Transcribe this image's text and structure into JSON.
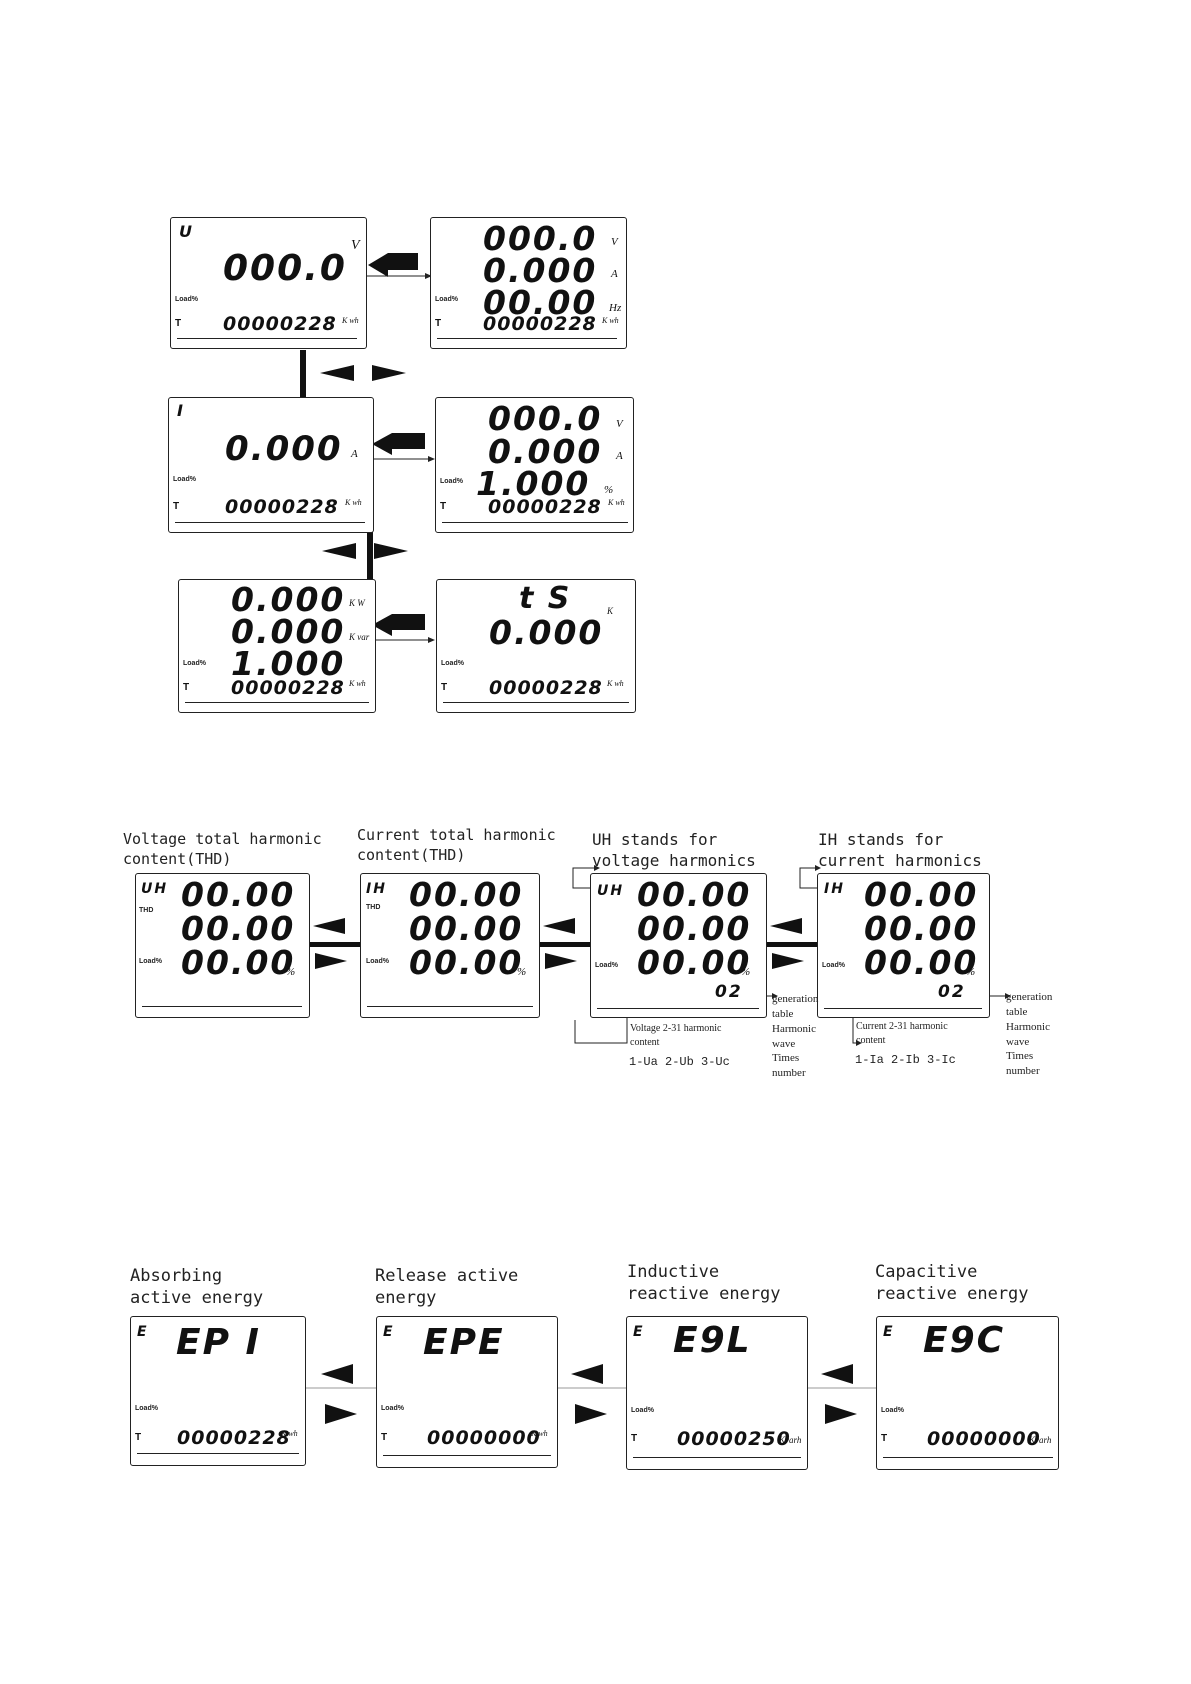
{
  "section1": {
    "u_main": {
      "label": "U",
      "value": "000.0",
      "unit": "V",
      "load": "Load%",
      "energy": "00000228",
      "energy_unit": "K wh",
      "t": "T"
    },
    "u_detail": {
      "v": "000.0",
      "v_unit": "V",
      "a": "0.000",
      "a_unit": "A",
      "hz": "00.00",
      "hz_unit": "Hz",
      "load": "Load%",
      "energy": "00000228",
      "energy_unit": "K wh",
      "t": "T"
    },
    "i_main": {
      "label": "I",
      "value": "0.000",
      "unit": "A",
      "load": "Load%",
      "energy": "00000228",
      "energy_unit": "K wh",
      "t": "T"
    },
    "i_detail": {
      "v": "000.0",
      "v_unit": "V",
      "a": "0.000",
      "a_unit": "A",
      "pf": "1.000",
      "pf_unit": "%",
      "load": "Load%",
      "energy": "00000228",
      "energy_unit": "K wh",
      "t": "T"
    },
    "p_main": {
      "kw": "0.000",
      "kw_unit": "K W",
      "kvar": "0.000",
      "kvar_unit": "K var",
      "pf": "1.000",
      "load": "Load%",
      "energy": "00000228",
      "energy_unit": "K wh",
      "t": "T"
    },
    "ts": {
      "label": "t S",
      "value": "0.000",
      "unit": "K",
      "load": "Load%",
      "energy": "00000228",
      "energy_unit": "K wh",
      "t": "T"
    }
  },
  "section2": {
    "cap_thd_u": [
      "Voltage total harmonic",
      "content(THD)"
    ],
    "cap_thd_i": [
      "Current total harmonic",
      "content(THD)"
    ],
    "cap_uh": [
      "UH stands for",
      "voltage harmonics"
    ],
    "cap_ih": [
      "IH stands for",
      "current harmonics"
    ],
    "thd_u": {
      "label": "UH",
      "sub": "THD",
      "r1": "00.00",
      "r2": "00.00",
      "r3": "00.00",
      "unit": "%",
      "load": "Load%"
    },
    "thd_i": {
      "label": "IH",
      "sub": "THD",
      "r1": "00.00",
      "r2": "00.00",
      "r3": "00.00",
      "unit": "%",
      "load": "Load%"
    },
    "uh": {
      "label": "UH",
      "r1": "00.00",
      "r2": "00.00",
      "r3": "00.00",
      "unit": "%",
      "order": "02",
      "load": "Load%"
    },
    "ih": {
      "label": "IH",
      "r1": "00.00",
      "r2": "00.00",
      "r3": "00.00",
      "unit": "%",
      "order": "02",
      "load": "Load%"
    },
    "uh_note_left": [
      "Voltage 2-31 harmonic",
      "content"
    ],
    "uh_phases": "1-Ua   2-Ub   3-Uc",
    "uh_note_right": [
      "generation",
      "table",
      "Harmonic",
      "wave",
      "Times",
      "number"
    ],
    "ih_note_left": [
      "Current  2-31 harmonic",
      "content"
    ],
    "ih_phases": "1-Ia   2-Ib   3-Ic",
    "ih_note_right": [
      "generation",
      "table",
      "Harmonic",
      "wave",
      "Times",
      "number"
    ]
  },
  "section3": {
    "cap_ep1": [
      "Absorbing",
      "active energy"
    ],
    "cap_epe": [
      "Release active",
      "energy"
    ],
    "cap_eql": [
      "Inductive",
      "reactive energy"
    ],
    "cap_eqc": [
      "Capacitive",
      "reactive energy"
    ],
    "ep1": {
      "label": "E",
      "code": "EP I",
      "load": "Load%",
      "energy": "00000228",
      "energy_unit": "K wh",
      "t": "T"
    },
    "epe": {
      "label": "E",
      "code": "EPE",
      "load": "Load%",
      "energy": "00000000",
      "energy_unit": "K wh",
      "t": "T"
    },
    "eql": {
      "label": "E",
      "code": "E9L",
      "load": "Load%",
      "energy": "00000250",
      "energy_unit": "Kvarh",
      "t": "T"
    },
    "eqc": {
      "label": "E",
      "code": "E9C",
      "load": "Load%",
      "energy": "00000000",
      "energy_unit": "Kvarh",
      "t": "T"
    }
  }
}
